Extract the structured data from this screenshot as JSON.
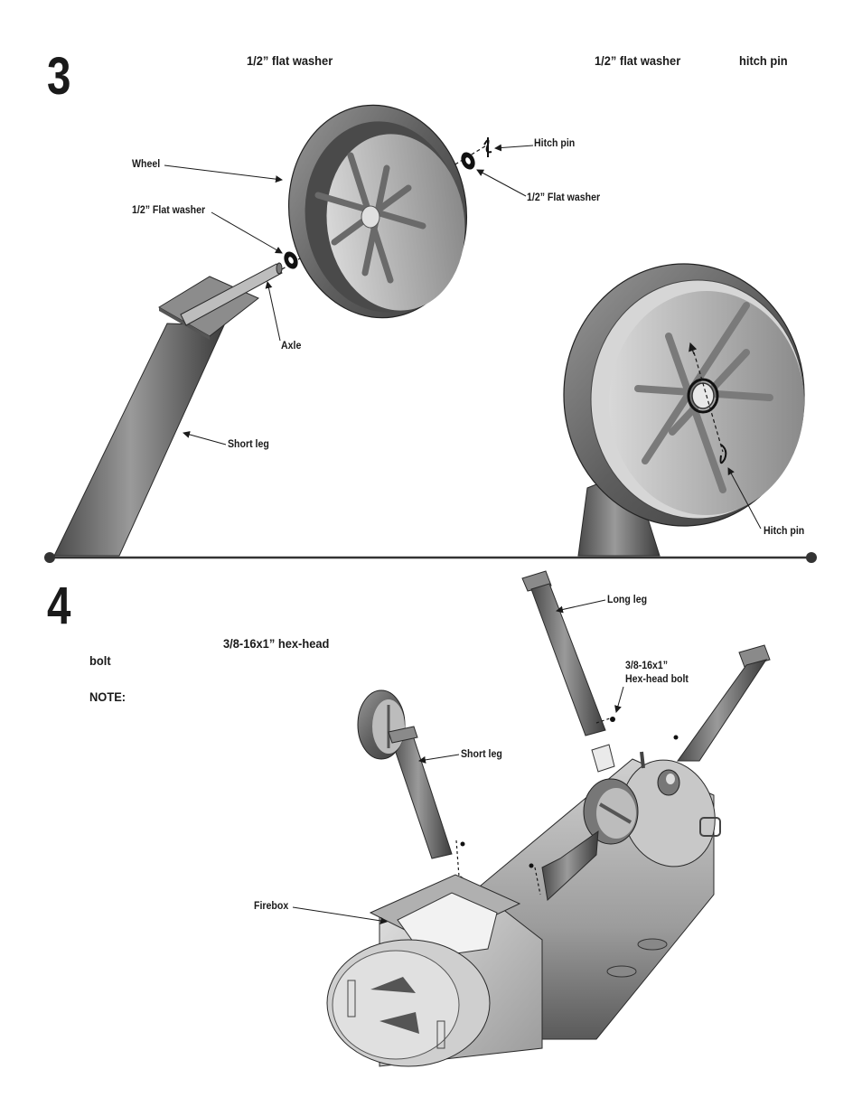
{
  "step3": {
    "number": "3",
    "text_washer_1": "1/2” flat washer",
    "text_washer_2": "1/2” flat washer",
    "text_hitch_pin": "hitch pin",
    "callouts": {
      "wheel": "Wheel",
      "flat_washer_left": "1/2” Flat washer",
      "axle": "Axle",
      "short_leg": "Short leg",
      "hitch_pin_top": "Hitch pin",
      "flat_washer_right": "1/2” Flat washer",
      "hitch_pin_detail": "Hitch pin"
    }
  },
  "step4": {
    "number": "4",
    "text_bolt_spec": "3/8-16x1” hex-head",
    "text_bolt": "bolt",
    "text_note": "NOTE:",
    "callouts": {
      "long_leg": "Long leg",
      "hex_bolt_line1": "3/8-16x1”",
      "hex_bolt_line2": "Hex-head bolt",
      "short_leg": "Short leg",
      "firebox": "Firebox"
    }
  },
  "colors": {
    "ink": "#1a1a1a",
    "divider": "#333333"
  }
}
